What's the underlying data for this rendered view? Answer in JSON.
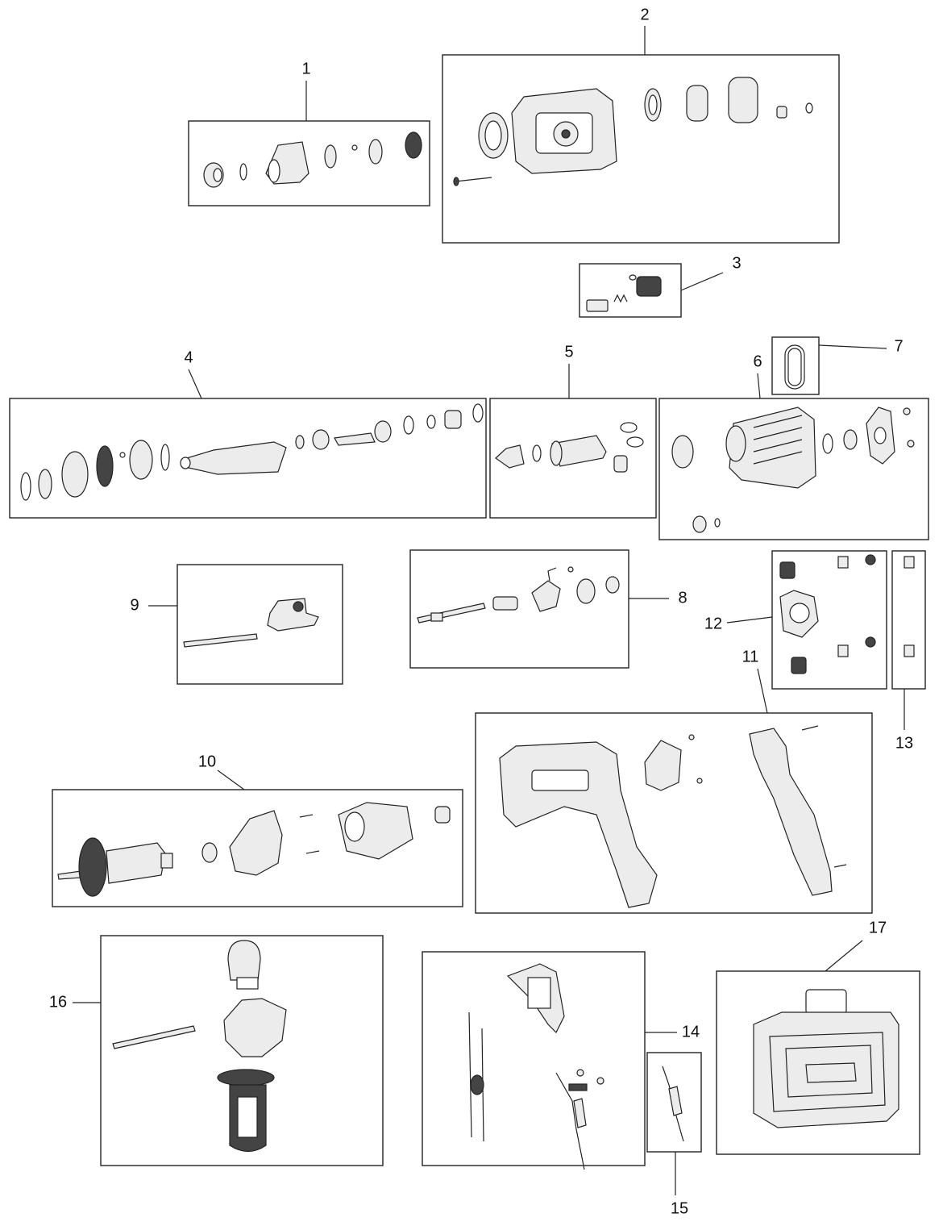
{
  "diagram": {
    "type": "exploded-parts-diagram",
    "part_groups": [
      {
        "number": "1",
        "icon": "chuck-parts-icon"
      },
      {
        "number": "2",
        "icon": "gear-housing-icon"
      },
      {
        "number": "3",
        "icon": "carbon-brush-icon"
      },
      {
        "number": "4",
        "icon": "spindle-assembly-icon"
      },
      {
        "number": "5",
        "icon": "piston-parts-icon"
      },
      {
        "number": "6",
        "icon": "intermediate-housing-icon"
      },
      {
        "number": "7",
        "icon": "o-ring-icon"
      },
      {
        "number": "8",
        "icon": "drive-shaft-icon"
      },
      {
        "number": "9",
        "icon": "mode-switch-rod-icon"
      },
      {
        "number": "10",
        "icon": "motor-armature-icon"
      },
      {
        "number": "11",
        "icon": "handle-housing-icon"
      },
      {
        "number": "12",
        "icon": "brush-holder-icon"
      },
      {
        "number": "13",
        "icon": "brush-spring-icon"
      },
      {
        "number": "14",
        "icon": "switch-wiring-icon"
      },
      {
        "number": "15",
        "icon": "power-cord-icon"
      },
      {
        "number": "16",
        "icon": "auxiliary-handle-icon"
      },
      {
        "number": "17",
        "icon": "carry-case-icon"
      }
    ]
  }
}
